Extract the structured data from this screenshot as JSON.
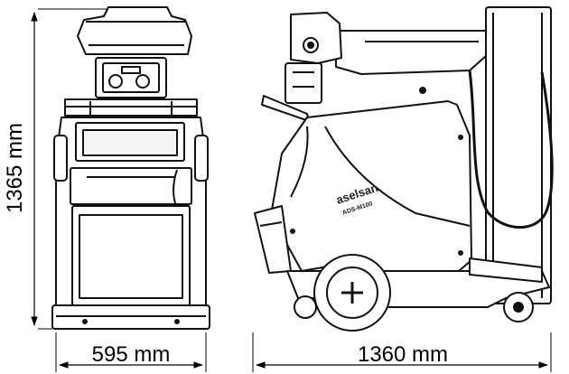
{
  "dimensions": {
    "height": "1365 mm",
    "front_width": "595 mm",
    "side_length": "1360 mm"
  },
  "branding": {
    "brand": "aselsan",
    "model": "ADS-M100"
  }
}
